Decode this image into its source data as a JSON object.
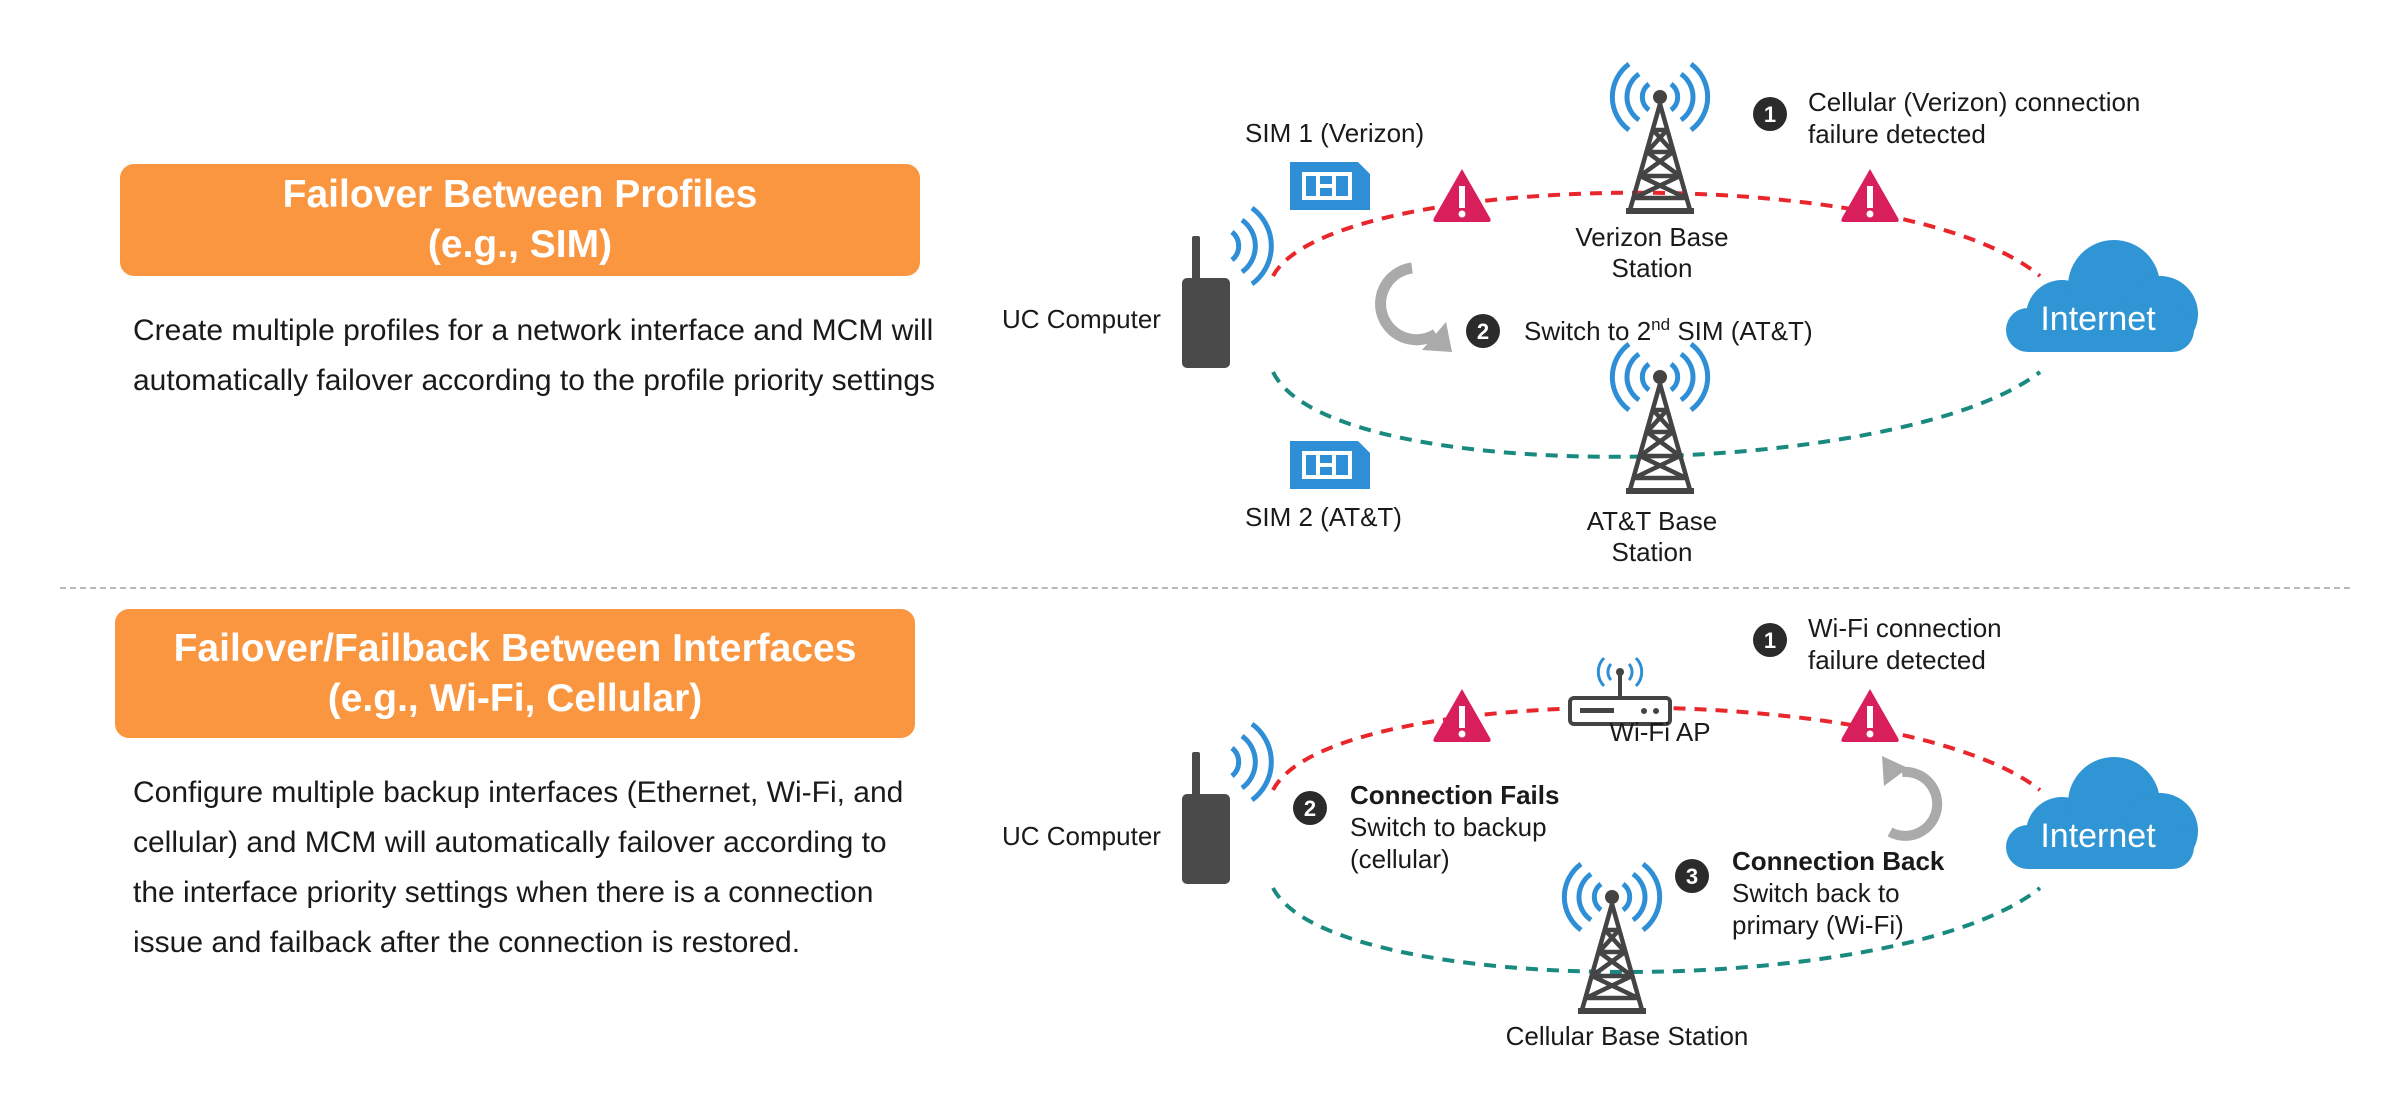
{
  "panel1": {
    "title_line1": "Failover Between Profiles",
    "title_line2": "(e.g., SIM)",
    "desc_line1": "Create multiple profiles for a network interface and MCM will",
    "desc_line2": "automatically failover according to the profile priority settings",
    "uc_computer": "UC Computer",
    "sim1": "SIM 1 (Verizon)",
    "sim2": "SIM 2 (AT&T)",
    "verizon_line1": "Verizon Base",
    "verizon_line2": "Station",
    "att_line1": "AT&T Base",
    "att_line2": "Station",
    "internet": "Internet",
    "step1_num": "1",
    "step1_line1": "Cellular (Verizon) connection",
    "step1_line2": "failure detected",
    "step2_num": "2",
    "step2_pre": "Switch to 2",
    "step2_sup": "nd",
    "step2_post": " SIM (AT&T)"
  },
  "panel2": {
    "title_line1": "Failover/Failback Between Interfaces",
    "title_line2": "(e.g., Wi-Fi, Cellular)",
    "desc_line1": "Configure multiple backup interfaces (Ethernet, Wi-Fi, and",
    "desc_line2": "cellular) and MCM will automatically failover according to",
    "desc_line3": "the interface priority settings when there is a connection",
    "desc_line4": "issue and failback after the connection is restored.",
    "uc_computer": "UC Computer",
    "wifi_ap": "Wi-Fi AP",
    "cellular_station": "Cellular Base Station",
    "internet": "Internet",
    "step1_num": "1",
    "step1_line1": "Wi-Fi connection",
    "step1_line2": "failure detected",
    "step2_num": "2",
    "step2_title": "Connection Fails",
    "step2_line1": "Switch to backup",
    "step2_line2": "(cellular)",
    "step3_num": "3",
    "step3_title": "Connection Back",
    "step3_line1": "Switch back to",
    "step3_line2": "primary (Wi-Fi)"
  },
  "colors": {
    "banner": "#fb9640",
    "primary_path": "#e8262b",
    "backup_path": "#1a8a80",
    "cloud": "#2f95d4",
    "warning": "#d81e5b",
    "radio_waves": "#2f8fd6",
    "device": "#4a4a4a"
  },
  "icons": [
    "warning-icon",
    "radio-tower-icon",
    "sim-card-icon",
    "cloud-icon",
    "router-icon",
    "rotate-arrow-icon",
    "device-icon"
  ]
}
